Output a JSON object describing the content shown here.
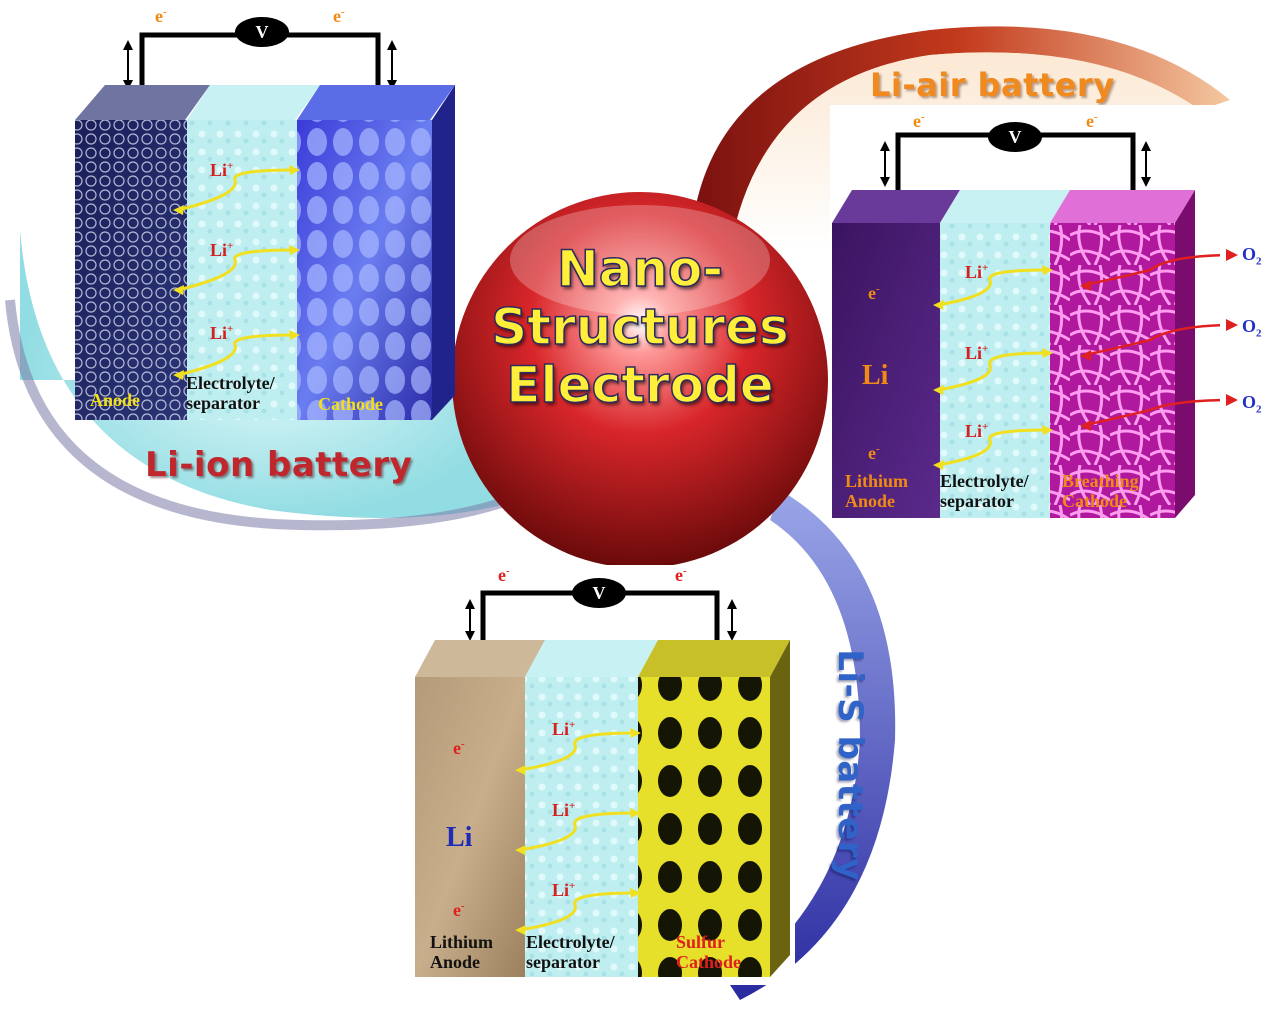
{
  "center": {
    "line1": "Nano-",
    "line2": "Structures",
    "line3": "Electrode"
  },
  "li_ion": {
    "title": "Li-ion battery",
    "electron": "e",
    "electron_sup": "-",
    "voltmeter": "V",
    "ion": "Li",
    "ion_sup": "+",
    "anode_label": "Anode",
    "electrolyte_line1": "Electrolyte/",
    "electrolyte_line2": "separator",
    "cathode_label": "Cathode"
  },
  "li_air": {
    "title": "Li-air battery",
    "electron": "e",
    "electron_sup": "-",
    "voltmeter": "V",
    "ion": "Li",
    "ion_sup": "+",
    "li_metal": "Li",
    "anode_line1": "Lithium",
    "anode_line2": "Anode",
    "electrolyte_line1": "Electrolyte/",
    "electrolyte_line2": "separator",
    "cathode_line1": "Breathing",
    "cathode_line2": "Cathode",
    "oxygen": "O",
    "oxygen_sub": "2"
  },
  "li_s": {
    "title": "Li-S battery",
    "electron": "e",
    "electron_sup": "-",
    "voltmeter": "V",
    "ion": "Li",
    "ion_sup": "+",
    "li_metal": "Li",
    "anode_line1": "Lithium",
    "anode_line2": "Anode",
    "electrolyte_line1": "Electrolyte/",
    "electrolyte_line2": "separator",
    "cathode_line1": "Sulfur",
    "cathode_line2": "Cathode"
  },
  "colors": {
    "center_sphere": "#b81c1c",
    "center_text": "#ffef3a",
    "li_ion_title": "#c0272d",
    "li_air_title": "#f0891e",
    "li_s_title": "#2f63c8",
    "electrolyte": "#bfeef0",
    "ion_arrow": "#f0e020",
    "oxygen_arrow": "#e02020"
  }
}
